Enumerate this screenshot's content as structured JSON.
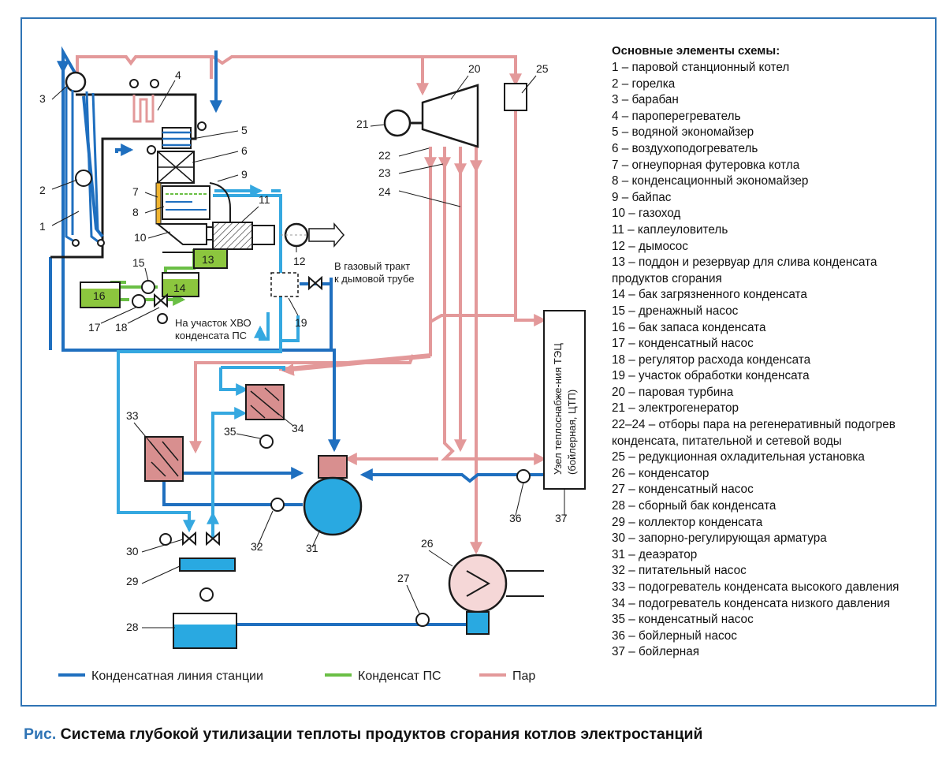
{
  "legend": {
    "title": "Основные элементы схемы:",
    "items": [
      "1 – паровой станционный котел",
      "2 – горелка",
      "3 – барабан",
      "4 – пароперегреватель",
      "5 – водяной экономайзер",
      "6 – воздухоподогреватель",
      "7 – огнеупорная футеровка котла",
      "8 – конденсационный экономайзер",
      "9 – байпас",
      "10 – газоход",
      "11 – каплеуловитель",
      "12 – дымосос",
      "13 – поддон и резервуар для слива конденсата продуктов сгорания",
      "14 – бак загрязненного конденсата",
      "15 – дренажный насос",
      "16 – бак запаса конденсата",
      "17 – конденсатный насос",
      "18 – регулятор расхода конденсата",
      "19 – участок обработки конденсата",
      "20 – паровая турбина",
      "21 – электрогенератор",
      "22–24 – отборы пара на регенеративный подогрев конденсата, питательной и сетевой воды",
      "25 – редукционная охладительная установка",
      "26 – конденсатор",
      "27 – конденсатный насос",
      "28 – сборный бак конденсата",
      "29 – коллектор конденсата",
      "30 – запорно-регулирующая арматура",
      "31 – деаэратор",
      "32 – питательный насос",
      "33 – подогреватель конденсата высокого давления",
      "34 – подогреватель конденсата низкого давления",
      "35 – конденсатный насос",
      "36 – бойлерный насос",
      "37 – бойлерная"
    ]
  },
  "line_legend": {
    "station": "Конденсатная линия станции",
    "ps": "Конденсат ПС",
    "steam": "Пар"
  },
  "annotations": {
    "gas_path_1": "В газовый тракт",
    "gas_path_2": "к дымовой трубе",
    "hvo_1": "На участок  ХВО",
    "hvo_2": "конденсата ПС",
    "heat_node_1": "Узел теплоснабже-ния ТЭЦ",
    "heat_node_2": "(бойлерная, ЦТП)"
  },
  "numbers": [
    "1",
    "2",
    "3",
    "4",
    "5",
    "6",
    "7",
    "8",
    "9",
    "10",
    "11",
    "12",
    "13",
    "14",
    "15",
    "16",
    "17",
    "18",
    "19",
    "20",
    "21",
    "22",
    "23",
    "24",
    "25",
    "26",
    "27",
    "28",
    "29",
    "30",
    "31",
    "32",
    "33",
    "34",
    "35",
    "36",
    "37"
  ],
  "caption": {
    "lead": "Рис.",
    "text": " Система глубокой утилизации теплоты продуктов сгорания котлов электростанций"
  },
  "colors": {
    "station_line": "#1f6fbf",
    "light_line": "#35a8e0",
    "ps_line": "#6abf45",
    "steam_line": "#e3999a",
    "frame": "#2f74b5",
    "green_fill": "#8cc63e",
    "blue_fill": "#29a9e1",
    "heater_fill": "#d88f8f"
  }
}
